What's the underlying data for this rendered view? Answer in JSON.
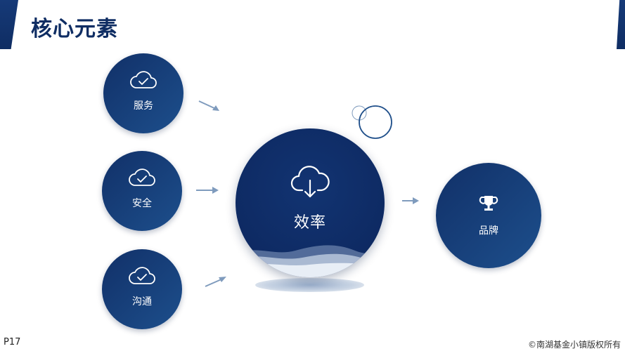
{
  "title": "核心元素",
  "inputs": [
    {
      "label": "服务",
      "icon": "cloud-check-icon"
    },
    {
      "label": "安全",
      "icon": "cloud-check-icon"
    },
    {
      "label": "沟通",
      "icon": "cloud-check-icon"
    }
  ],
  "center": {
    "label": "效率",
    "icon": "cloud-download-icon"
  },
  "output": {
    "label": "品牌",
    "icon": "trophy-icon"
  },
  "footer": {
    "page": "P17",
    "copyright": "©南湖基金小镇版权所有"
  },
  "colors": {
    "primary": "#0f2d63",
    "circle_light": "#1d4f8c",
    "arrow": "#7f9bbd",
    "white": "#ffffff"
  }
}
